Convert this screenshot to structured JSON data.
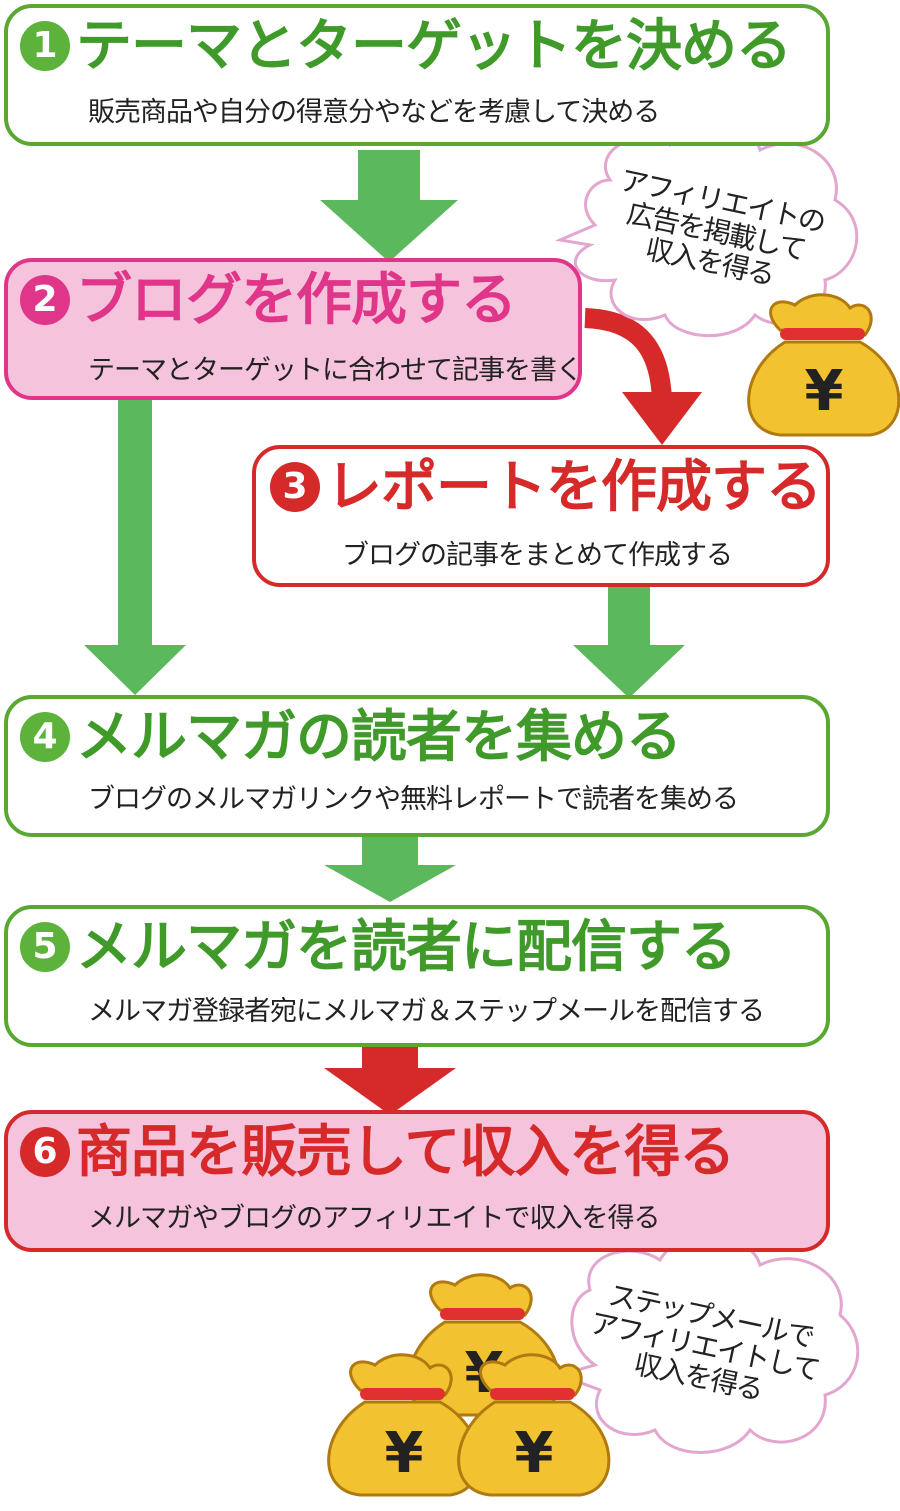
{
  "steps": [
    {
      "num": "1",
      "title": "テーマとターゲットを決める",
      "subtitle": "販売商品や自分の得意分やなどを考慮して決める"
    },
    {
      "num": "2",
      "title": "ブログを作成する",
      "subtitle": "テーマとターゲットに合わせて記事を書く"
    },
    {
      "num": "3",
      "title": "レポートを作成する",
      "subtitle": "ブログの記事をまとめて作成する"
    },
    {
      "num": "4",
      "title": "メルマガの読者を集める",
      "subtitle": "ブログのメルマガリンクや無料レポートで読者を集める"
    },
    {
      "num": "5",
      "title": "メルマガを読者に配信する",
      "subtitle": "メルマガ登録者宛にメルマガ＆ステップメールを配信する"
    },
    {
      "num": "6",
      "title": "商品を販売して収入を得る",
      "subtitle": "メルマガやブログのアフィリエイトで収入を得る"
    }
  ],
  "bubbles": [
    {
      "text": "アフィリエイトの\n広告を掲載して\n収入を得る"
    },
    {
      "text": "ステップメールで\nアフィリエイトして\n収入を得る"
    }
  ],
  "money_symbol": "¥",
  "icons": [
    "money-bag-icon",
    "arrow-down-icon",
    "speech-cloud-icon"
  ],
  "colors": {
    "green": "#5aa832",
    "pink": "#e0368a",
    "red": "#d62a2a",
    "pink_fill": "#f6c3dc",
    "bag": "#f2c230"
  }
}
